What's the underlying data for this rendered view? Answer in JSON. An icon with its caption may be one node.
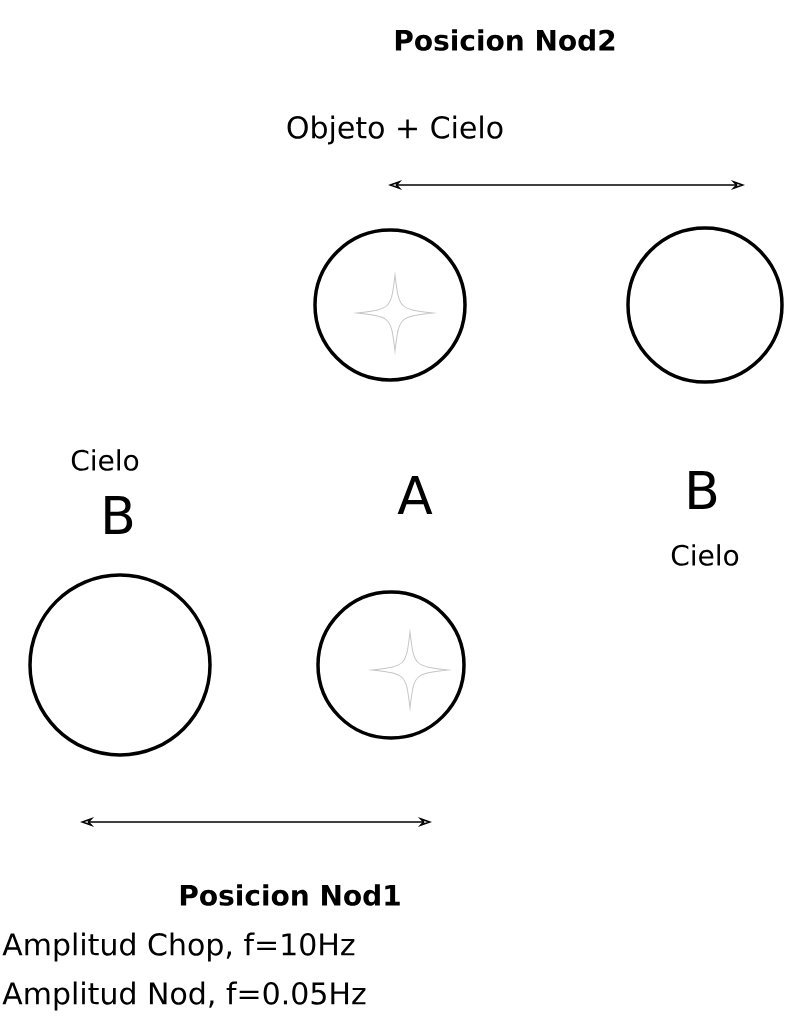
{
  "diagram": {
    "nodes": [
      {
        "text": [],
        "shape": "circle"
      },
      {
        "text": [],
        "shape": "circle"
      },
      {
        "text": [],
        "shape": "circle"
      },
      {
        "text": [],
        "shape": "circle"
      }
    ],
    "labels": [
      "Posicion Nod2",
      "Objeto + Cielo",
      "Cielo",
      "B",
      "A",
      "B",
      "Cielo",
      "Posicion Nod1",
      "Amplitud Chop, f=10Hz",
      "Amplitud Nod, f=0.05Hz"
    ]
  }
}
